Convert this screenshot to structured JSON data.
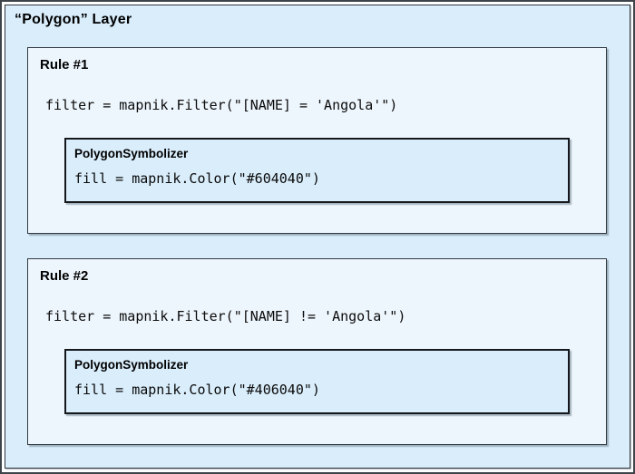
{
  "layer": {
    "title": "“Polygon” Layer",
    "rules": [
      {
        "label": "Rule #1",
        "filter_code": "filter = mapnik.Filter(\"[NAME] = 'Angola'\")",
        "symbolizer": {
          "label": "PolygonSymbolizer",
          "code": "fill = mapnik.Color(\"#604040\")"
        }
      },
      {
        "label": "Rule #2",
        "filter_code": "filter = mapnik.Filter(\"[NAME] != 'Angola'\")",
        "symbolizer": {
          "label": "PolygonSymbolizer",
          "code": "fill = mapnik.Color(\"#406040\")"
        }
      }
    ]
  },
  "colors": {
    "layer_fill": "#d9edfb",
    "rule_fill": "#eef6fd",
    "symbolizer_fill": "#d9edfb",
    "box_border": "#2e353b",
    "symbolizer_border": "#14181c",
    "frame_border": "#3e444a",
    "referenced_fill_1": "#604040",
    "referenced_fill_2": "#406040"
  }
}
